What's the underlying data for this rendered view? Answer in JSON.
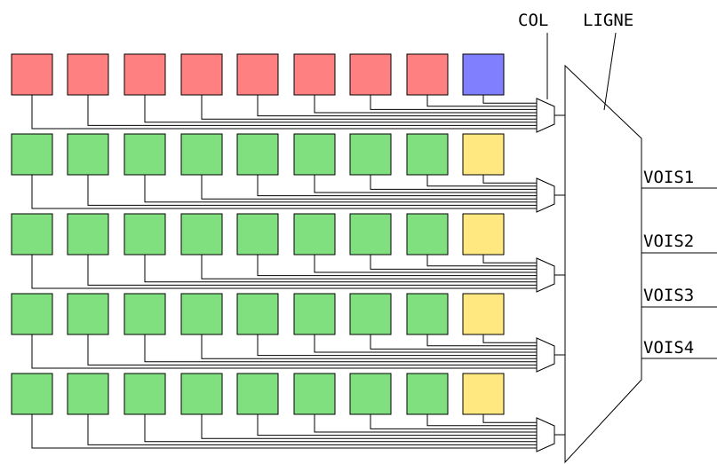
{
  "labels": {
    "col": "COL",
    "ligne": "LIGNE",
    "vois": [
      "VOIS1",
      "VOIS2",
      "VOIS3",
      "VOIS4"
    ]
  },
  "colors": {
    "red": "#ff8080",
    "blue": "#8080ff",
    "green": "#80e080",
    "yellow": "#ffe880",
    "line": "#000000"
  },
  "grid": {
    "rows": [
      [
        "red",
        "red",
        "red",
        "red",
        "red",
        "red",
        "red",
        "red",
        "blue"
      ],
      [
        "green",
        "green",
        "green",
        "green",
        "green",
        "green",
        "green",
        "green",
        "yellow"
      ],
      [
        "green",
        "green",
        "green",
        "green",
        "green",
        "green",
        "green",
        "green",
        "yellow"
      ],
      [
        "green",
        "green",
        "green",
        "green",
        "green",
        "green",
        "green",
        "green",
        "yellow"
      ],
      [
        "green",
        "green",
        "green",
        "green",
        "green",
        "green",
        "green",
        "green",
        "yellow"
      ]
    ]
  }
}
